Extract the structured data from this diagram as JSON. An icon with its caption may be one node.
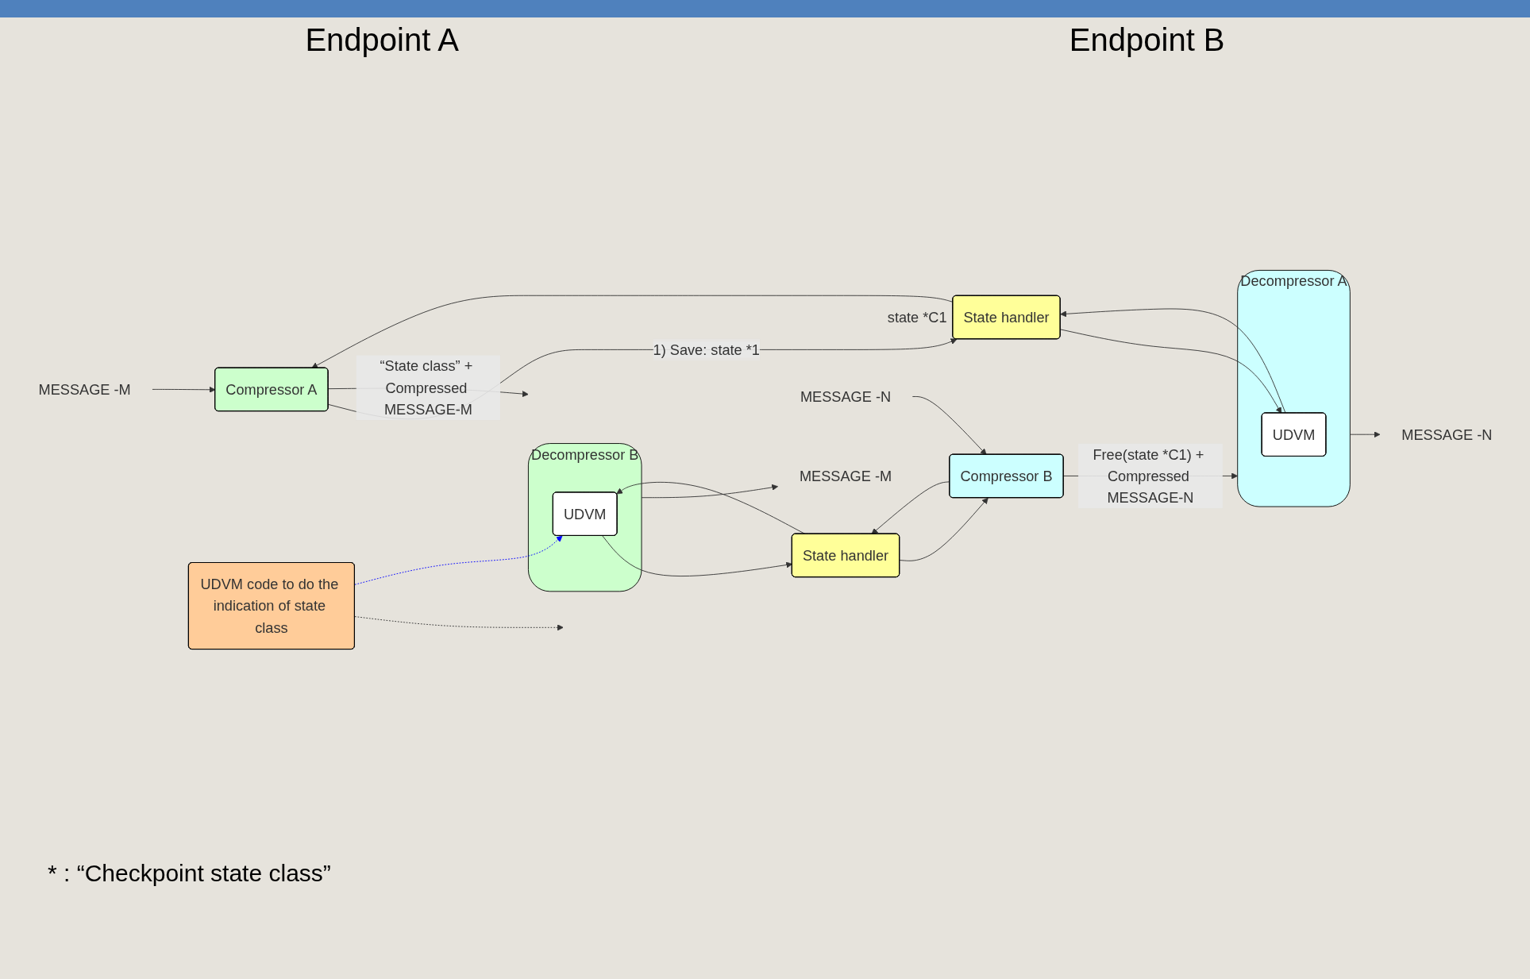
{
  "diagram": {
    "nodes": [
      {
        "text": [
          "Compressor A"
        ]
      },
      {
        "text": [
          "State handler"
        ],
        "beside": [
          "state *C1"
        ]
      },
      {
        "text": [
          "Decompressor A"
        ]
      },
      {
        "text": [
          "UDVM"
        ],
        "in": 2
      },
      {
        "text": [
          "Decompressor B"
        ]
      },
      {
        "text": [
          "UDVM"
        ],
        "in": 4
      },
      {
        "text": [
          "State handler"
        ]
      },
      {
        "text": [
          "Compressor B"
        ]
      },
      {
        "text": [
          "UDVM code to do the indication of state class"
        ]
      },
      {
        "text": [
          "MESSAGE -M"
        ]
      },
      {
        "text": [
          "MESSAGE -M"
        ]
      },
      {
        "text": [
          "MESSAGE -N"
        ]
      },
      {
        "text": [
          "MESSAGE -N"
        ]
      }
    ],
    "edges": [
      {
        "from": 9,
        "to": 0,
        "arrow": "to"
      },
      {
        "from": 0,
        "to": 4,
        "arrow": "to",
        "label": "“State class” + Compressed MESSAGE-M"
      },
      {
        "from": 8,
        "to": null,
        "arrow": "to",
        "style": "dashed"
      },
      {
        "from": 8,
        "to": 5,
        "arrow": "to",
        "style": "dashed",
        "color": "#0000ff"
      },
      {
        "from": 4,
        "to": 10,
        "arrow": "to"
      },
      {
        "from": 0,
        "to": 1,
        "arrow": "to",
        "label": "1) Save: state *1"
      },
      {
        "from": 1,
        "to": 0,
        "arrow": "to"
      },
      {
        "from": 1,
        "to": 3,
        "arrow": "to"
      },
      {
        "from": 3,
        "to": 1,
        "arrow": "to"
      },
      {
        "from": 5,
        "to": 6,
        "arrow": "to"
      },
      {
        "from": 6,
        "to": 5,
        "arrow": "to"
      },
      {
        "from": 7,
        "to": 6,
        "arrow": "to"
      },
      {
        "from": 6,
        "to": 7,
        "arrow": "to"
      },
      {
        "from": 12,
        "to": 7,
        "arrow": "to"
      },
      {
        "from": 7,
        "to": 2,
        "arrow": "to",
        "label": "Free(state *C1) + Compressed MESSAGE-N"
      },
      {
        "from": 2,
        "to": 11,
        "arrow": "to"
      }
    ],
    "labels": [
      "Endpoint A",
      "Endpoint B",
      "* : “Checkpoint state class”"
    ]
  }
}
